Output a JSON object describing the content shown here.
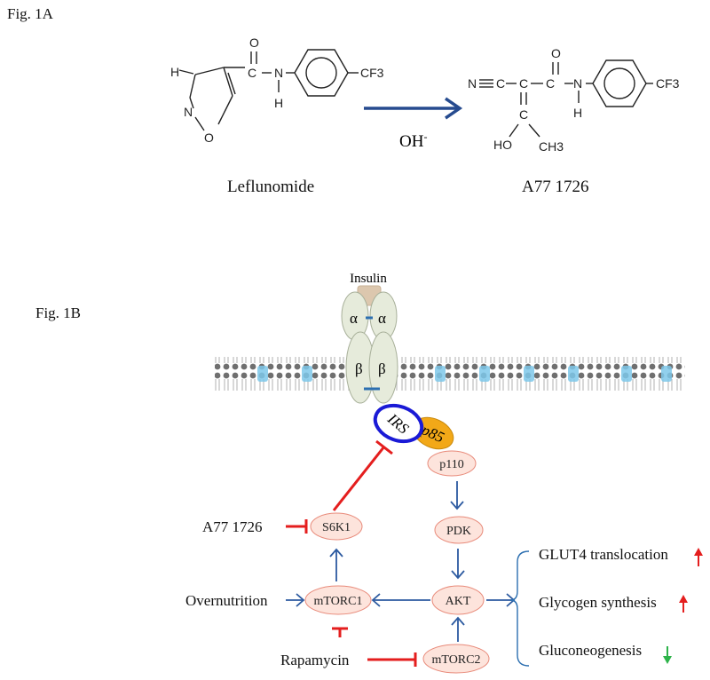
{
  "fig_1a": {
    "label": "Fig. 1A",
    "leflunomide": {
      "name": "Leflunomide",
      "atoms": {
        "h": "H",
        "n_ring": "N",
        "o_ring": "O",
        "o_carbonyl": "O",
        "n_amide": "N",
        "h_amide": "H",
        "cf3": "CF3",
        "c_carbonyl": "C"
      }
    },
    "reaction_condition": {
      "text": "OH",
      "superscript": "-"
    },
    "a77_1726": {
      "name": "A77 1726",
      "atoms": {
        "n_nitrile": "N",
        "c1": "C",
        "c2": "C",
        "c3": "C",
        "c4": "C",
        "o_carbonyl": "O",
        "n_amide": "N",
        "h_amide": "H",
        "cf3": "CF3",
        "ho": "HO",
        "ch3": "CH3"
      }
    }
  },
  "fig_1b": {
    "label": "Fig. 1B",
    "insulin": "Insulin",
    "receptor": {
      "alpha_left": "α",
      "alpha_right": "α",
      "beta_left": "β",
      "beta_right": "β"
    },
    "irs": "IRS",
    "p85": "p85",
    "p110": "p110",
    "pdk": "PDK",
    "akt": "AKT",
    "s6k1": "S6K1",
    "mtorc1": "mTORC1",
    "mtorc2": "mTORC2",
    "a77_label": "A77 1726",
    "overnutrition": "Overnutrition",
    "rapamycin": "Rapamycin",
    "outcomes": [
      {
        "text": "GLUT4 translocation",
        "direction": "up",
        "color": "#e41e1e"
      },
      {
        "text": "Glycogen synthesis",
        "direction": "up",
        "color": "#e41e1e"
      },
      {
        "text": "Gluconeogenesis",
        "direction": "down",
        "color": "#2db34a"
      }
    ],
    "colors": {
      "arrow_blue": "#2c5aa0",
      "inhibit_red": "#e41e1e",
      "node_fill": "#fde4dc",
      "node_stroke": "#e88a7a",
      "irs_stroke": "#1a1ad6",
      "p85_fill": "#f2a818",
      "receptor_fill": "#e6ebdb",
      "insulin_fill": "#dcc7ae"
    }
  }
}
